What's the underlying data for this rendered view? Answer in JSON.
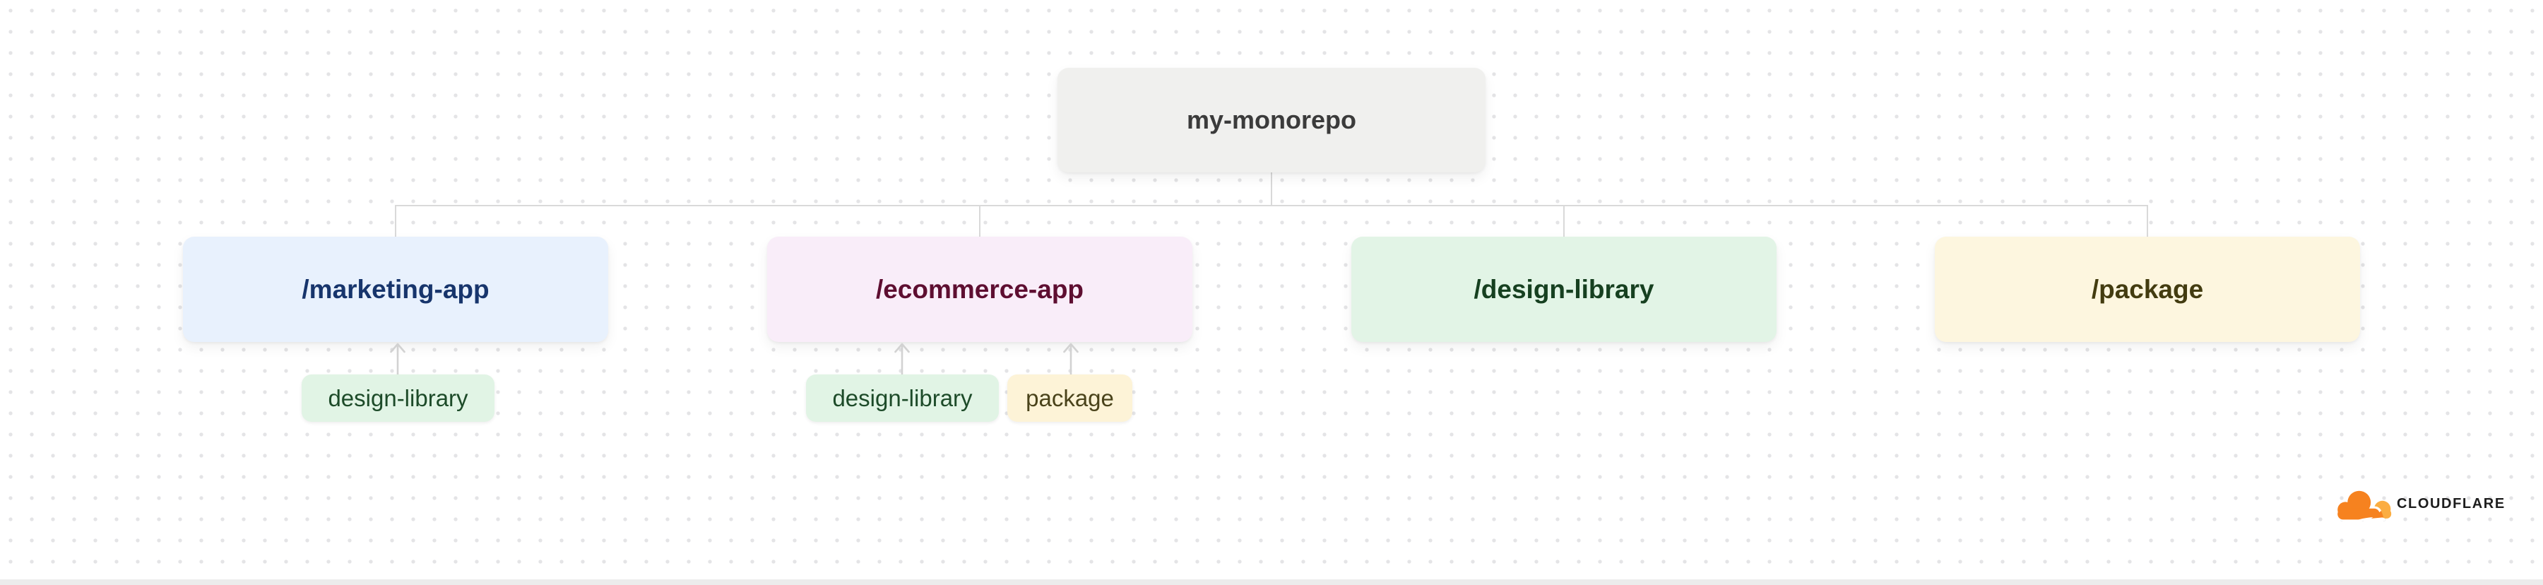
{
  "background": {
    "dot_color": "#e4e4e6",
    "bottom_strip_color": "#ececec"
  },
  "diagram": {
    "connector_color": "#d9d9d9",
    "arrow_color": "#d2d2d2",
    "root_node": {
      "label": "my-monorepo",
      "bg": "#f0f0ee",
      "text_color": "#3b3b3b"
    },
    "nodes": [
      {
        "label": "/marketing-app",
        "bg": "#e8f1fd",
        "text_color": "#17356c"
      },
      {
        "label": "/ecommerce-app",
        "bg": "#f9edf9",
        "text_color": "#5e0e31"
      },
      {
        "label": "/design-library",
        "bg": "#e2f4e6",
        "text_color": "#164020"
      },
      {
        "label": "/package",
        "bg": "#fdf6df",
        "text_color": "#433c10"
      }
    ],
    "dependency_tags": [
      {
        "label": "design-library",
        "attached_to": "/marketing-app",
        "bg": "#e1f4e5",
        "text_color": "#1d4b29"
      },
      {
        "label": "design-library",
        "attached_to": "/ecommerce-app",
        "bg": "#e1f4e5",
        "text_color": "#1d4b29"
      },
      {
        "label": "package",
        "attached_to": "/ecommerce-app",
        "bg": "#fdf3d7",
        "text_color": "#4a431b"
      }
    ]
  },
  "branding": {
    "name": "CLOUDFLARE",
    "cloud_orange": "#f6821f",
    "cloud_light_orange": "#fbad41",
    "text_color": "#1d1d1d"
  }
}
